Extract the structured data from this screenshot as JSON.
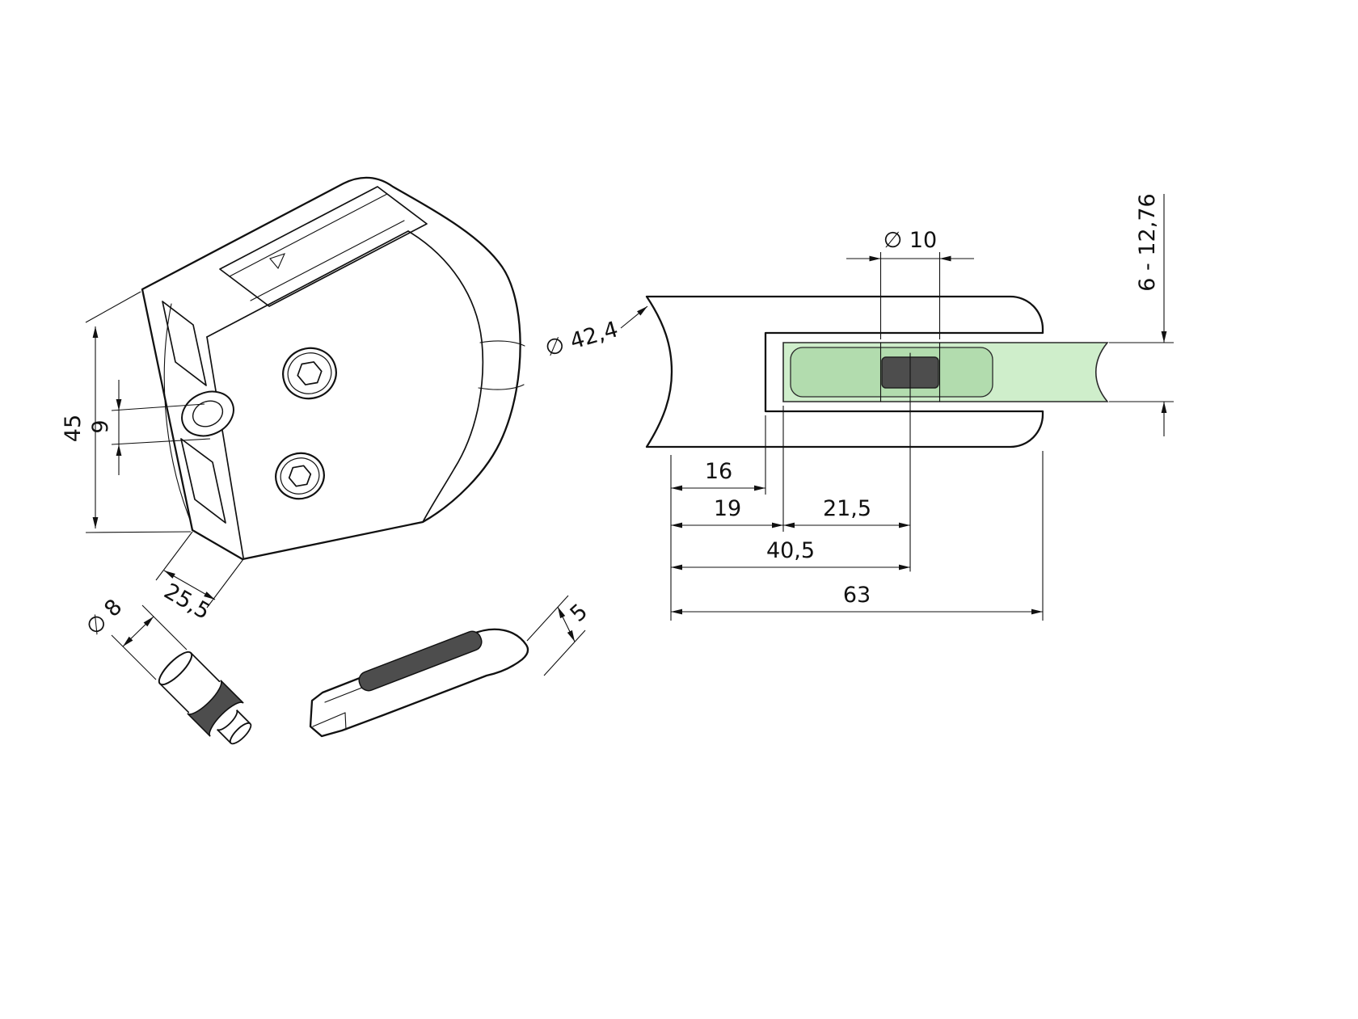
{
  "page": {
    "background": "#ffffff",
    "description": "Technical drawing of glass clamp with rubber inlay and security pin"
  },
  "colors": {
    "line": "#111111",
    "glass_green": "#cfeecb",
    "glass_green_deep": "#b2dcae",
    "rubber_dark": "#4d4d4d",
    "metal_white": "#ffffff"
  },
  "isometric_view": {
    "dim_height": "45",
    "dim_hole_offset": "9",
    "dim_depth": "25,5"
  },
  "section_view": {
    "dim_tube_diameter": "∅ 42,4",
    "dim_pin_hole_diameter": "∅ 10",
    "dim_glass_thickness_range": "6 - 12,76",
    "dim_saddle_depth": "16",
    "dim_glass_inset": "19",
    "dim_edge_to_pin": "21,5",
    "dim_pin_center": "40,5",
    "dim_width": "63"
  },
  "pin_view": {
    "dim_diameter": "∅ 8"
  },
  "pad_view": {
    "dim_thickness": "5"
  }
}
